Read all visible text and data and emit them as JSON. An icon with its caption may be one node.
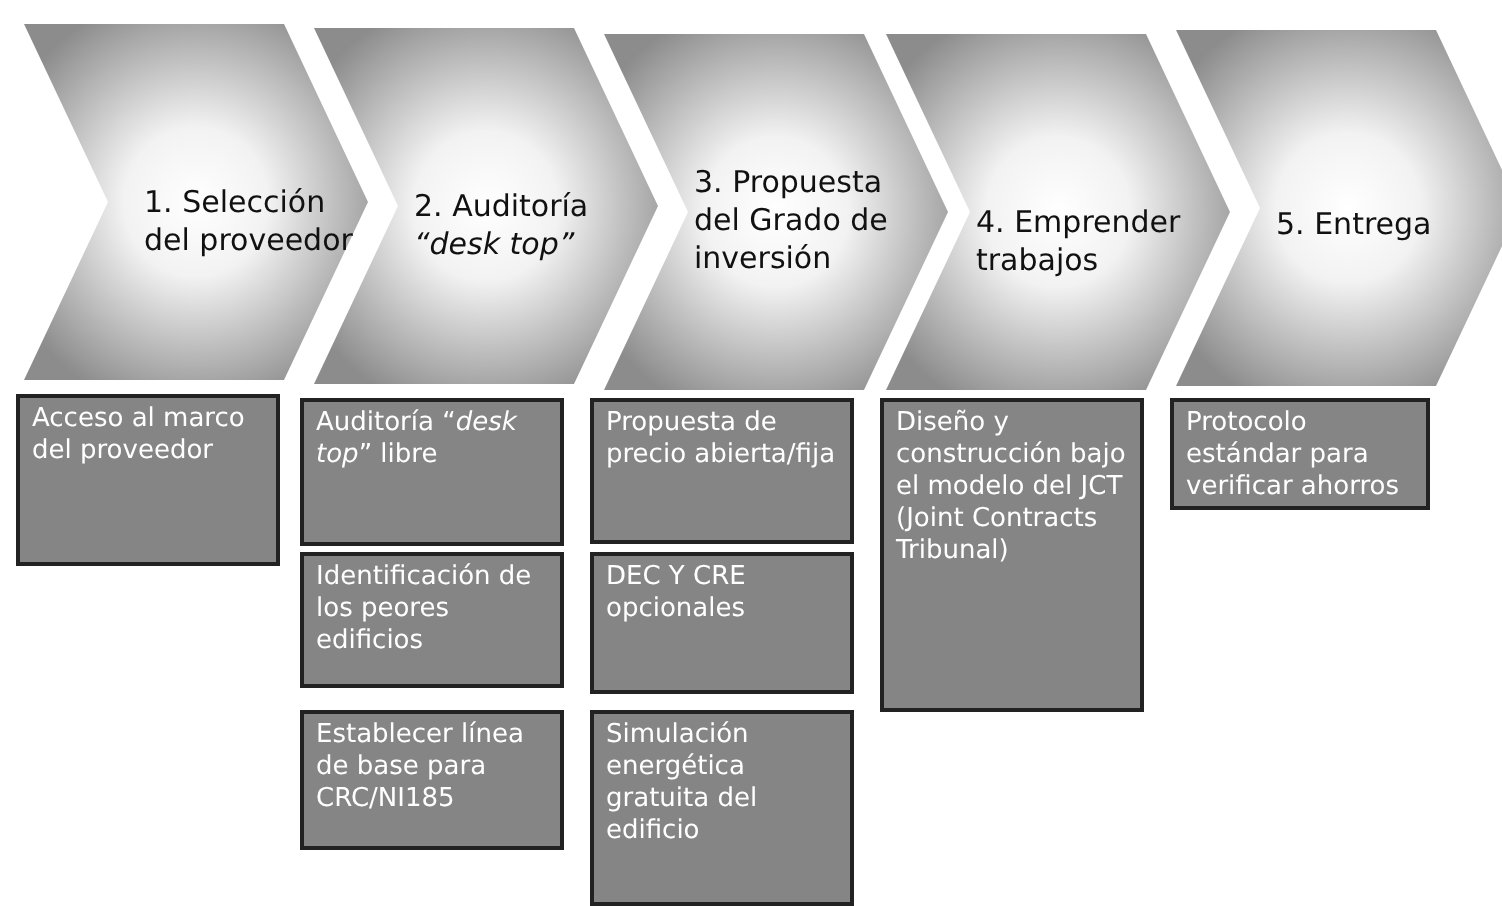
{
  "diagram": {
    "nodes": [
      {
        "text": [
          "1. Selección del proveedor"
        ]
      },
      {
        "text": [
          "2. Auditoría *“desk top”*"
        ]
      },
      {
        "text": [
          "3. Propuesta del Grado de inversión"
        ]
      },
      {
        "text": [
          "4.  Emprender trabajos"
        ]
      },
      {
        "text": [
          "5. Entrega"
        ]
      },
      {
        "text": [
          "Acceso al marco del proveedor"
        ]
      },
      {
        "text": [
          "Auditoría “*desk top*” libre"
        ]
      },
      {
        "text": [
          "Identificación de los peores edificios"
        ]
      },
      {
        "text": [
          "Establecer línea de base para CRC/NI185"
        ]
      },
      {
        "text": [
          "Propuesta de precio abierta/fija"
        ]
      },
      {
        "text": [
          "DEC Y CRE opcionales"
        ]
      },
      {
        "text": [
          "Simulación energética gratuita del edificio"
        ]
      },
      {
        "text": [
          "Diseño y construcción bajo el modelo del JCT (Joint Contracts Tribunal)"
        ]
      },
      {
        "text": [
          "Protocolo estándar para verificar ahorros"
        ]
      }
    ]
  }
}
